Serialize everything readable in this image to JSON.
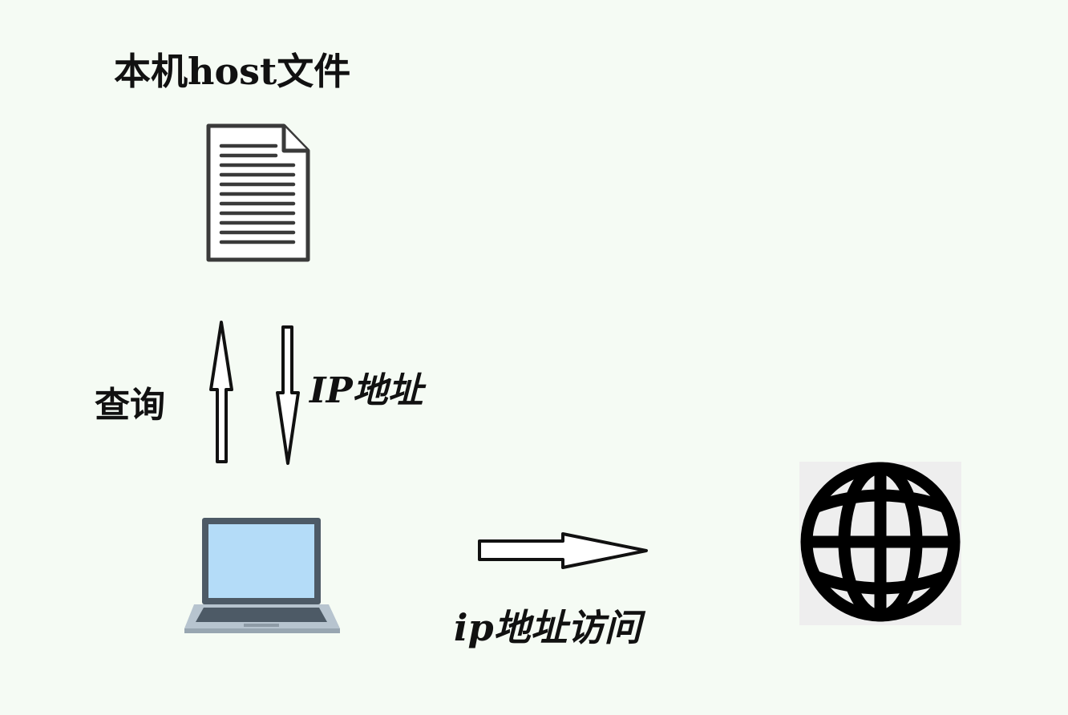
{
  "diagram": {
    "nodes": {
      "host_file": {
        "label": "本机host文件",
        "icon": "document-icon"
      },
      "computer": {
        "icon": "laptop-icon"
      },
      "internet": {
        "icon": "globe-icon"
      }
    },
    "edges": {
      "query": {
        "from": "computer",
        "to": "host_file",
        "label": "查询"
      },
      "ip_return": {
        "from": "host_file",
        "to": "computer",
        "label": "IP地址"
      },
      "access": {
        "from": "computer",
        "to": "internet",
        "label": "ip地址访问"
      }
    }
  },
  "colors": {
    "background": "#f5fbf4",
    "ink": "#111111",
    "laptop_screen": "#b4dcf8",
    "laptop_frame": "#4d5a66",
    "laptop_base": "#b7c4cf"
  }
}
